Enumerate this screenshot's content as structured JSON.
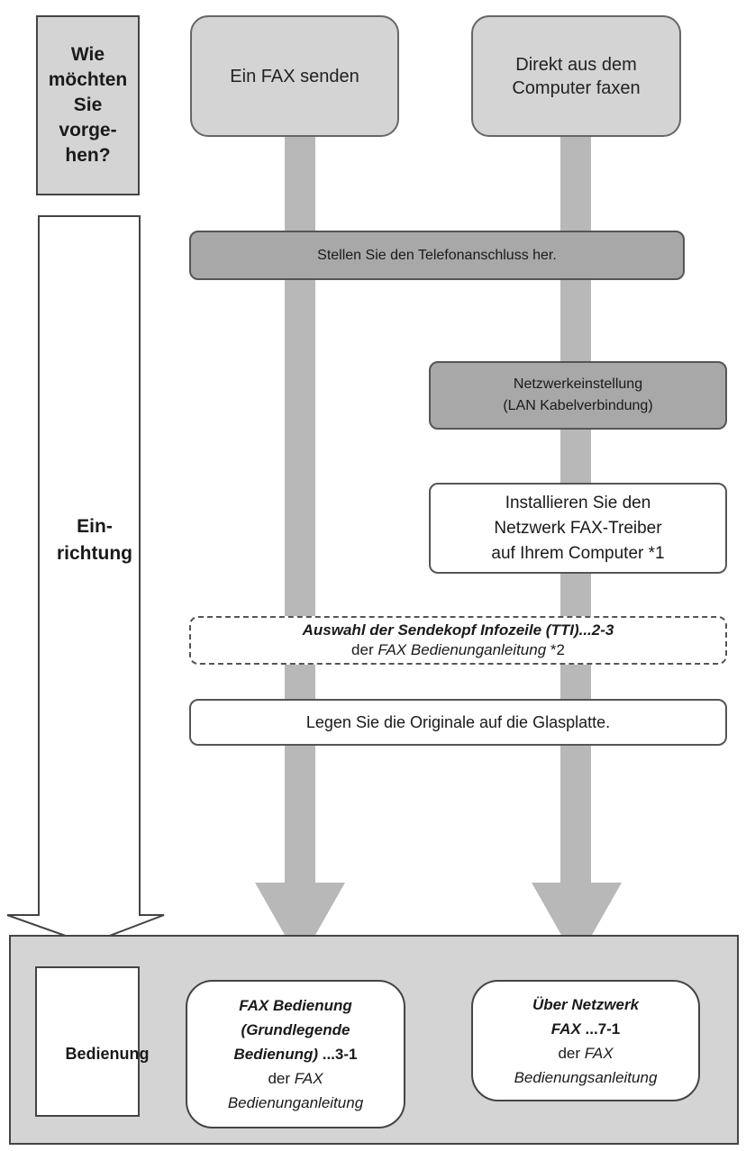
{
  "question": {
    "lines": [
      "Wie",
      "möchten",
      "Sie",
      "vorge-",
      "hen?"
    ]
  },
  "routes": {
    "fax_send": "Ein FAX senden",
    "pc_fax_line1": "Direkt aus dem",
    "pc_fax_line2": "Computer faxen"
  },
  "setup": {
    "label_line1": "Ein-",
    "label_line2": "richtung"
  },
  "steps": {
    "phone": "Stellen Sie den Telefonanschluss her.",
    "network_line1": "Netzwerkeinstellung",
    "network_line2": "(LAN Kabelverbindung)",
    "driver_line1": "Installieren Sie den",
    "driver_line2": "Netzwerk FAX-Treiber",
    "driver_line3": "auf Ihrem Computer *1",
    "tti_bold": "Auswahl der Sendekopf Infozeile (TTI)...2-3",
    "tti_prefix": "der ",
    "tti_italic": "FAX Bedienunganleitung",
    "tti_suffix": " *2",
    "original": "Legen Sie die Originale auf die Glasplatte."
  },
  "operation": {
    "label": "Bedienung",
    "fax_ref": {
      "line1": "FAX Bedienung",
      "line2": "(Grundlegende",
      "line3_bold": "Bedienung) ",
      "line3_page": "...3-1",
      "line4": "der ",
      "line4_italic": "FAX",
      "line5_italic": "Bedienunganleitung"
    },
    "net_ref": {
      "line1": "Über Netzwerk",
      "line2_bold": "FAX",
      "line2_page": " ...7-1",
      "line3": "der ",
      "line3_italic": "FAX",
      "line4_italic": "Bedienungsanleitung"
    }
  },
  "colors": {
    "box_gray": "#d4d4d4",
    "step_dark_gray": "#a8a8a8",
    "arrow_gray": "#b8b8b8",
    "border": "#444444"
  }
}
